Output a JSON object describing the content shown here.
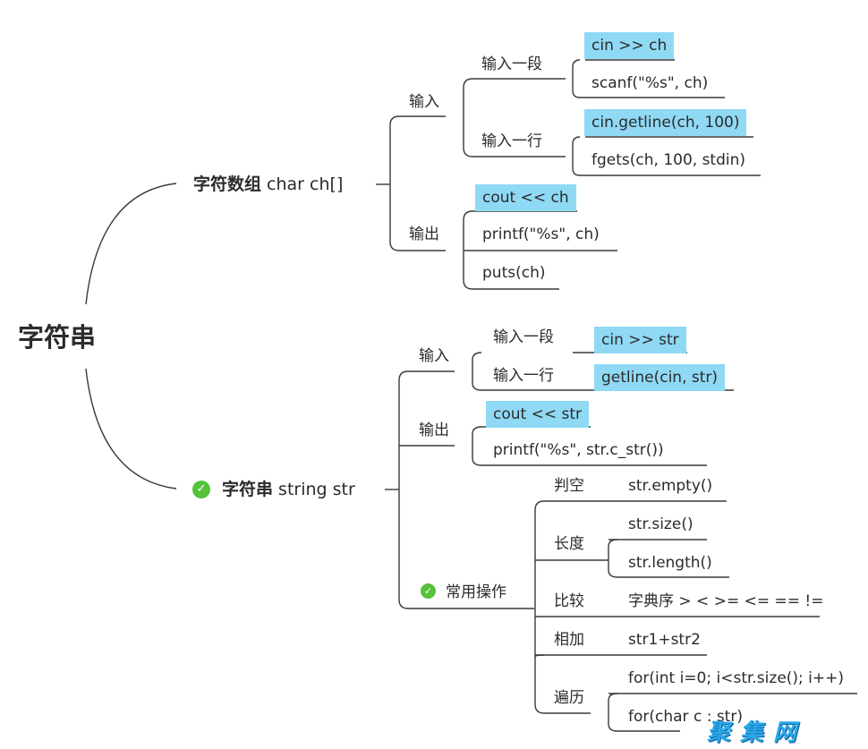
{
  "root": "字符串",
  "branch1": {
    "title_bold": "字符数组",
    "title_rest": " char ch[]",
    "input": {
      "label": "输入",
      "segment": {
        "label": "输入一段",
        "items": [
          "cin >> ch",
          "scanf(\"%s\", ch)"
        ]
      },
      "line": {
        "label": "输入一行",
        "items": [
          "cin.getline(ch, 100)",
          "fgets(ch, 100, stdin)"
        ]
      }
    },
    "output": {
      "label": "输出",
      "items": [
        "cout << ch",
        "printf(\"%s\", ch)",
        "puts(ch)"
      ]
    }
  },
  "branch2": {
    "title_bold": "字符串",
    "title_rest": " string str",
    "check_icon": "✓",
    "input": {
      "label": "输入",
      "segment": {
        "label": "输入一段",
        "item": "cin >> str"
      },
      "line": {
        "label": "输入一行",
        "item": "getline(cin, str)"
      }
    },
    "output": {
      "label": "输出",
      "items": [
        "cout << str",
        "printf(\"%s\", str.c_str())"
      ]
    },
    "ops": {
      "label": "常用操作",
      "check_icon": "✓",
      "empty": {
        "label": "判空",
        "item": "str.empty()"
      },
      "length": {
        "label": "长度",
        "items": [
          "str.size()",
          "str.length()"
        ]
      },
      "compare": {
        "label": "比较",
        "item": "字典序 > < >= <= == !="
      },
      "concat": {
        "label": "相加",
        "item": "str1+str2"
      },
      "traverse": {
        "label": "遍历",
        "items": [
          "for(int i=0; i<str.size(); i++)",
          "for(char c : str)"
        ]
      }
    }
  },
  "colors": {
    "highlight": "#8fd9f4",
    "check": "#55c23a",
    "line": "#3a3a3a"
  },
  "watermark": "聚 集 网"
}
